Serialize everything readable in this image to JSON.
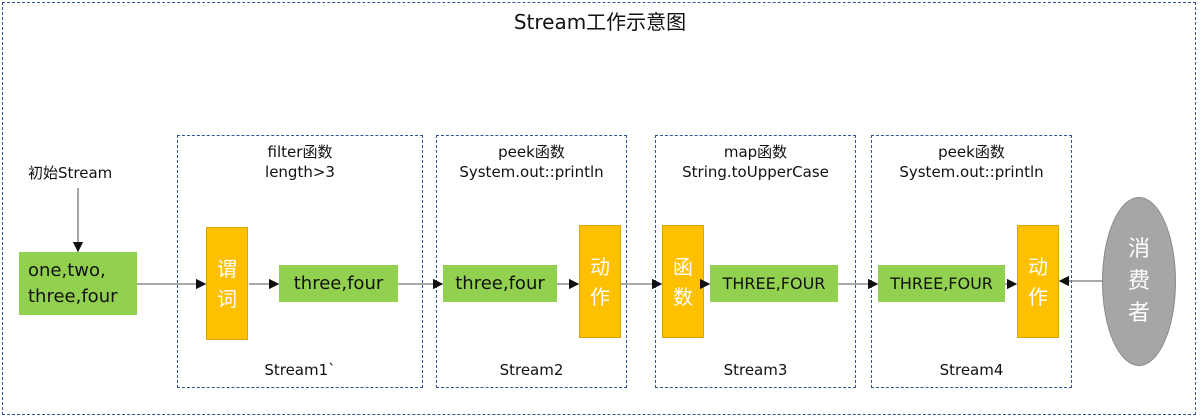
{
  "title": "Stream工作示意图",
  "source": {
    "label": "初始Stream",
    "value": "one,two,\nthree,four",
    "line1": "one,two,",
    "line2": "three,four"
  },
  "stages": [
    {
      "header1": "filter函数",
      "header2": "length>3",
      "op": "谓词",
      "data": "three,four",
      "footer": "Stream1`"
    },
    {
      "header1": "peek函数",
      "header2": "System.out::println",
      "op": "动作",
      "data": "three,four",
      "footer": "Stream2"
    },
    {
      "header1": "map函数",
      "header2": "String.toUpperCase",
      "op": "函数",
      "data": "THREE,FOUR",
      "footer": "Stream3"
    },
    {
      "header1": "peek函数",
      "header2": "System.out::println",
      "op": "动作",
      "data": "THREE,FOUR",
      "footer": "Stream4"
    }
  ],
  "consumer": "消费者",
  "colors": {
    "data_box": "#92d050",
    "op_box": "#ffc000",
    "consumer": "#a6a6a6",
    "border": "#2f5597"
  }
}
